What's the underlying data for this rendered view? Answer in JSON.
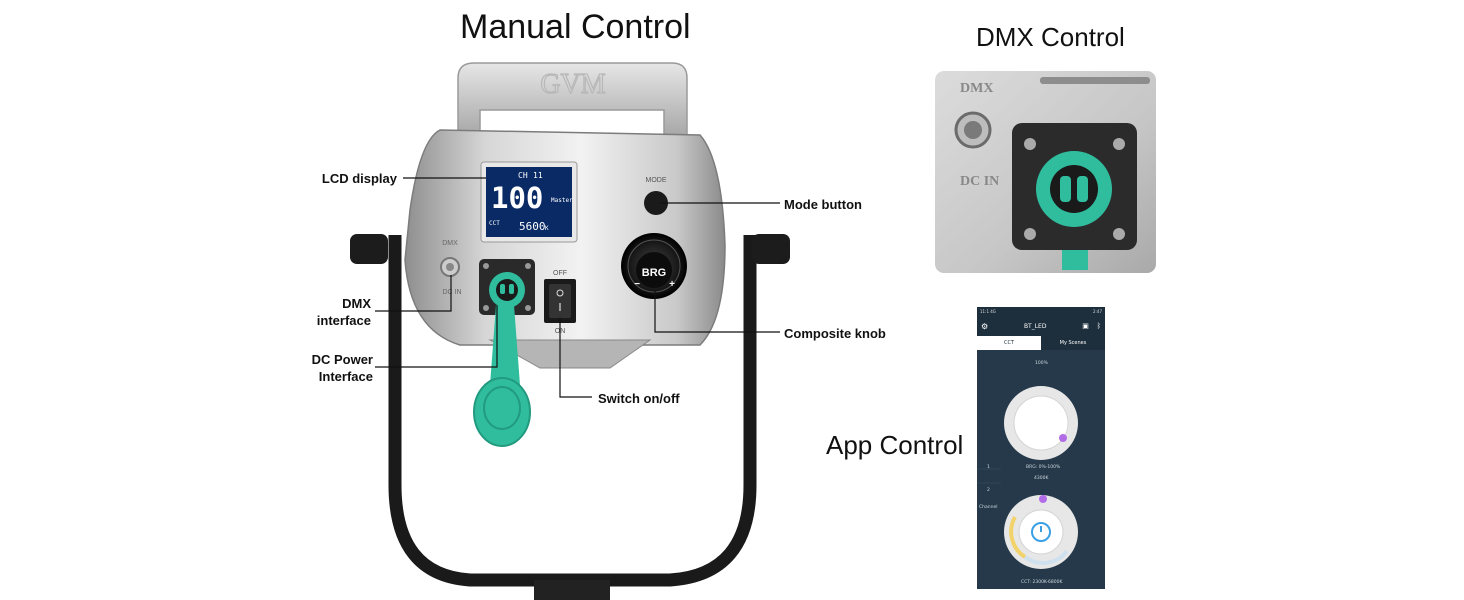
{
  "titles": {
    "manual": "Manual Control",
    "dmx": "DMX Control",
    "app": "App Control"
  },
  "callouts": {
    "lcd_display": "LCD display",
    "mode_button": "Mode button",
    "dmx_interface_1": "DMX",
    "dmx_interface_2": "interface",
    "dc_power_1": "DC Power",
    "dc_power_2": "Interface",
    "composite_knob": "Composite knob",
    "switch": "Switch on/off"
  },
  "device": {
    "brand": "GVM",
    "mode_label": "MODE",
    "dmx_label": "DMX",
    "dcin_label": "DC IN",
    "off_label": "OFF",
    "on_label": "ON",
    "knob_label": "BRG",
    "knob_minus": "−",
    "knob_plus": "+",
    "lcd": {
      "ch": "CH",
      "ch_value": "11",
      "value": "100",
      "mode": "Master",
      "cct_label": "CCT",
      "cct_value": "5600",
      "cct_unit": "K"
    }
  },
  "dmx_closeup": {
    "dmx_label": "DMX",
    "dcin_label": "DC IN"
  },
  "app": {
    "status_left": "11:1 4G",
    "status_right": "2:47",
    "title": "BT_LED",
    "tab_cct": "CCT",
    "tab_scenes": "My Scenes",
    "brightness_value": "100%",
    "brg_range": "BRG: 0%-100%",
    "cct_value": "4300K",
    "side_1": "1",
    "side_2": "2",
    "channel": "Channel",
    "cct_range": "CCT: 2300K-6800K"
  },
  "colors": {
    "teal": "#2fbd9e",
    "lcd_bg": "#0a2a66",
    "app_bg": "#25394a",
    "app_knob_dot": "#b26ce6"
  }
}
